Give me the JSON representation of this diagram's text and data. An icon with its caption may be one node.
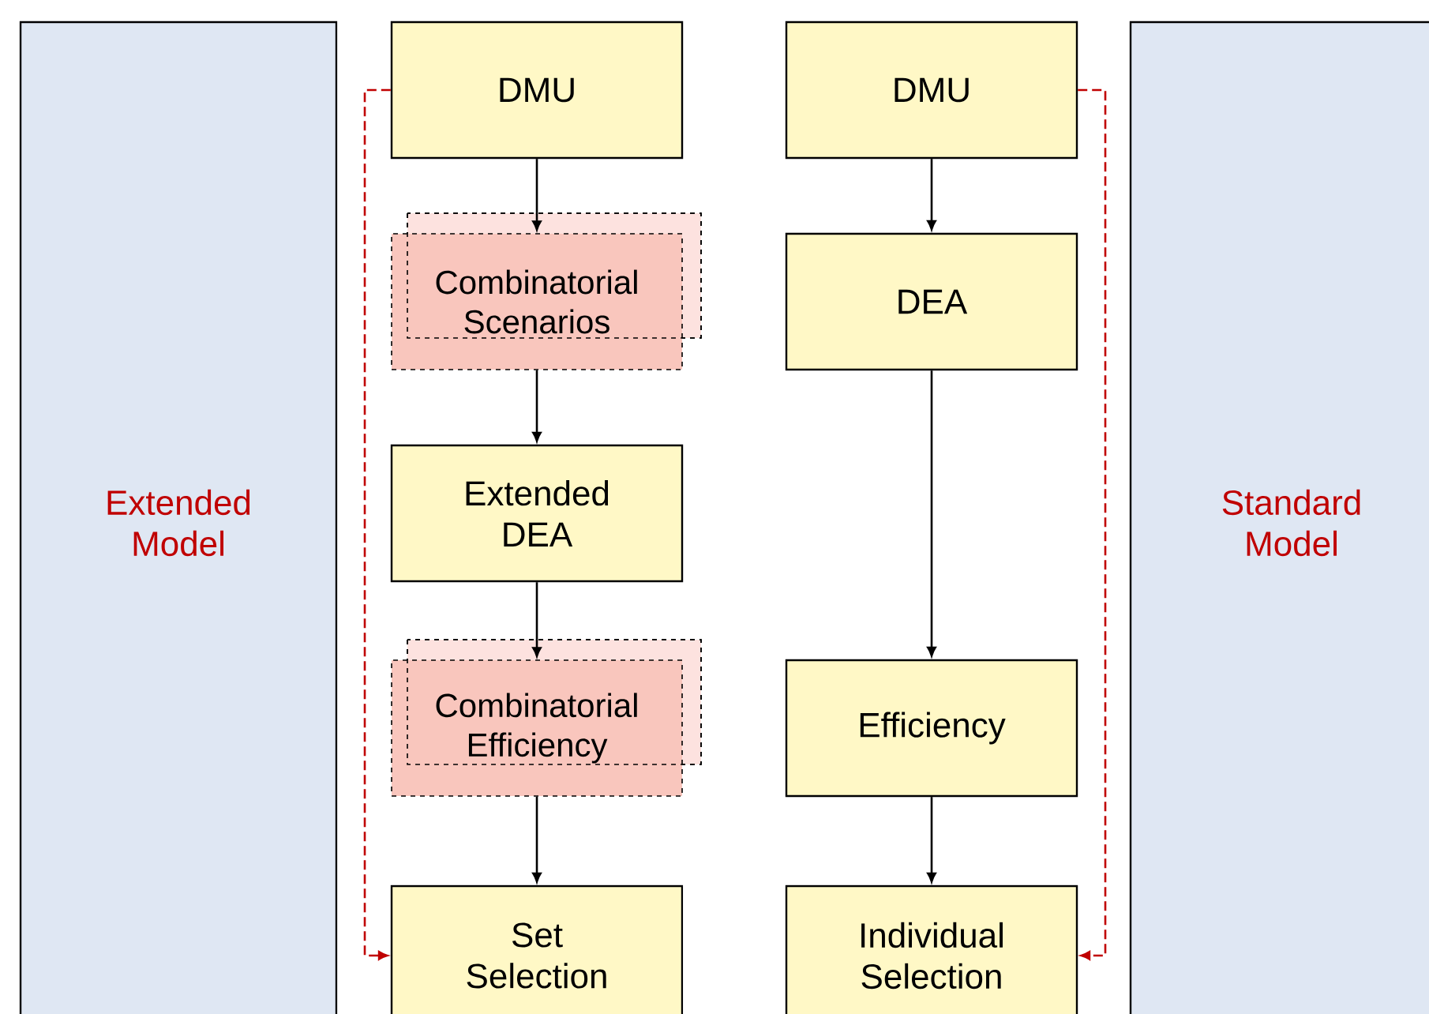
{
  "diagram": {
    "nodes": [
      {
        "text": [
          "Extended Model"
        ]
      },
      {
        "text": [
          "Standard Model"
        ]
      },
      {
        "text": [
          "DMU"
        ]
      },
      {
        "text": [
          "Combinatorial Scenarios"
        ]
      },
      {
        "text": [
          "Extended DEA"
        ]
      },
      {
        "text": [
          "Combinatorial Efficiency"
        ]
      },
      {
        "text": [
          "Set Selection"
        ]
      },
      {
        "text": [
          "DMU"
        ]
      },
      {
        "text": [
          "DEA"
        ]
      },
      {
        "text": [
          "Efficiency"
        ]
      },
      {
        "text": [
          "Individual Selection"
        ]
      }
    ],
    "edges": [
      {
        "from": 2,
        "to": 3,
        "arrow": "to"
      },
      {
        "from": 3,
        "to": 4,
        "arrow": "to"
      },
      {
        "from": 4,
        "to": 5,
        "arrow": "to"
      },
      {
        "from": 5,
        "to": 6,
        "arrow": "to"
      },
      {
        "from": 7,
        "to": 8,
        "arrow": "to"
      },
      {
        "from": 8,
        "to": 9,
        "arrow": "to"
      },
      {
        "from": 9,
        "to": 10,
        "arrow": "to"
      },
      {
        "from": 2,
        "to": 6,
        "arrow": "to",
        "style": "dashed",
        "color": "#c00000"
      },
      {
        "from": 7,
        "to": 10,
        "arrow": "to",
        "style": "dashed",
        "color": "#c00000"
      }
    ]
  }
}
